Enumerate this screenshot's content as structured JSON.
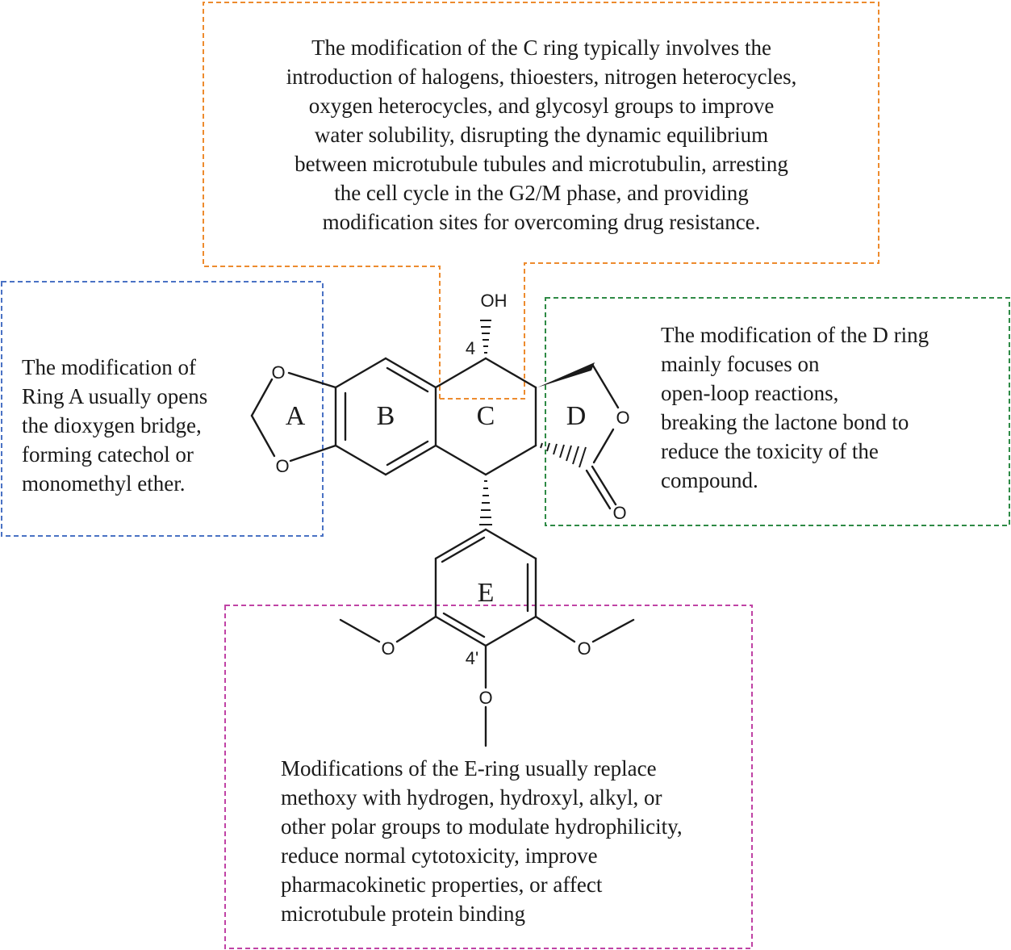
{
  "colors": {
    "c_box": "#ed8b2e",
    "a_box": "#4a72c4",
    "d_box": "#2e8a45",
    "e_box": "#c043a5",
    "ink": "#1a1a1a"
  },
  "annotations": {
    "c_ring": {
      "lines": [
        "The modification of the C ring typically involves the",
        "introduction of halogens, thioesters, nitrogen heterocycles,",
        "oxygen heterocycles, and glycosyl groups to improve",
        "water solubility, disrupting the dynamic equilibrium",
        "between microtubule tubules and microtubulin, arresting",
        "the cell cycle in the G2/M phase, and providing",
        "modification sites for overcoming drug resistance."
      ]
    },
    "a_ring": {
      "lines": [
        "The modification of",
        "Ring A usually opens",
        "the dioxygen bridge,",
        "forming catechol or",
        "monomethyl ether."
      ]
    },
    "d_ring": {
      "lines": [
        "The modification of the D ring",
        "mainly focuses on",
        "open-loop reactions,",
        "breaking the lactone bond to",
        "reduce the toxicity of the",
        "compound."
      ]
    },
    "e_ring": {
      "lines": [
        "Modifications of the E-ring usually replace",
        "methoxy with hydrogen, hydroxyl, alkyl, or",
        "other polar groups to modulate hydrophilicity,",
        "reduce normal cytotoxicity, improve",
        "pharmacokinetic properties, or affect",
        "microtubule protein binding"
      ]
    }
  },
  "structure": {
    "ring_labels": {
      "a": "A",
      "b": "B",
      "c": "C",
      "d": "D",
      "e": "E"
    },
    "atoms": {
      "hydroxyl": "OH",
      "oxygen": "O",
      "position_4": "4",
      "position_4_prime": "4'"
    }
  }
}
